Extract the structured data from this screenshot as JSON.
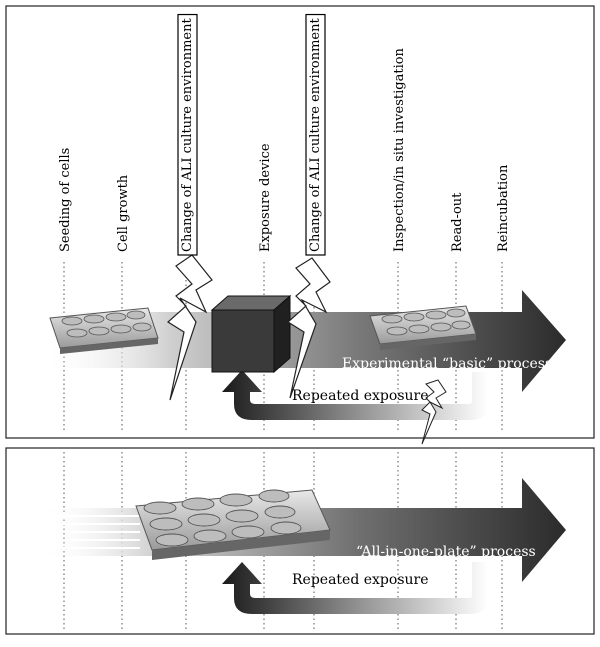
{
  "stages": [
    {
      "id": "seeding",
      "label": "Seeding of cells",
      "boxed": false
    },
    {
      "id": "growth",
      "label": "Cell growth",
      "boxed": false
    },
    {
      "id": "change1",
      "label": "Change of ALI culture environment",
      "boxed": true
    },
    {
      "id": "exposure",
      "label": "Exposure device",
      "boxed": false
    },
    {
      "id": "change2",
      "label": "Change of ALI culture environment",
      "boxed": true
    },
    {
      "id": "inspection",
      "label": "Inspection/in situ investigation",
      "boxed": false
    },
    {
      "id": "readout",
      "label": "Read-out",
      "boxed": false
    },
    {
      "id": "reincubation",
      "label": "Reincubation",
      "boxed": false
    }
  ],
  "top_panel": {
    "process_label": "Experimental “basic” process",
    "repeat_label": "Repeated exposure"
  },
  "bottom_panel": {
    "process_label": "“All-in-one-plate” process",
    "repeat_label": "Repeated exposure"
  },
  "colors": {
    "arrow_dark": "#2b2b2b",
    "arrow_light": "#ffffff",
    "cube_front": "#3a3a3a",
    "cube_top": "#6a6a6a",
    "cube_side": "#202020",
    "lightning": "#ffffff"
  }
}
